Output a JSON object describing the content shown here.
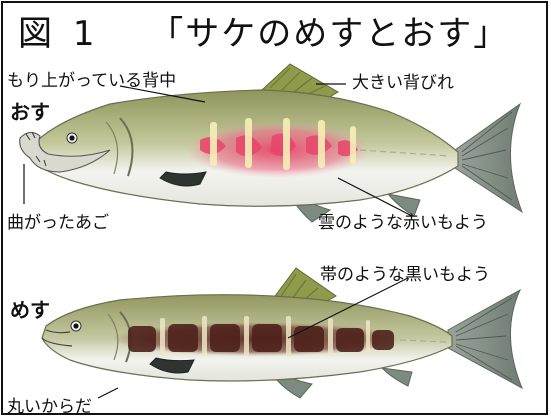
{
  "title": {
    "label": "図",
    "number": "1",
    "text": "「サケのめすとおす」"
  },
  "male": {
    "sex_label": "おす",
    "annotations": {
      "hump": "もり上がっている背中",
      "dorsal_fin": "大きい背びれ",
      "jaw": "曲がったあご",
      "pattern": "雲のような赤いもよう"
    }
  },
  "female": {
    "sex_label": "めす",
    "annotations": {
      "pattern": "帯のような黒いもよう",
      "body": "丸いからだ"
    }
  },
  "colors": {
    "back": "#a9ad6f",
    "belly": "#f2f2ee",
    "red_pattern": "#e8456b",
    "dark_band": "#5a2a22",
    "fin": "#7a8a7d",
    "dorsal": "#8f9a4a"
  }
}
